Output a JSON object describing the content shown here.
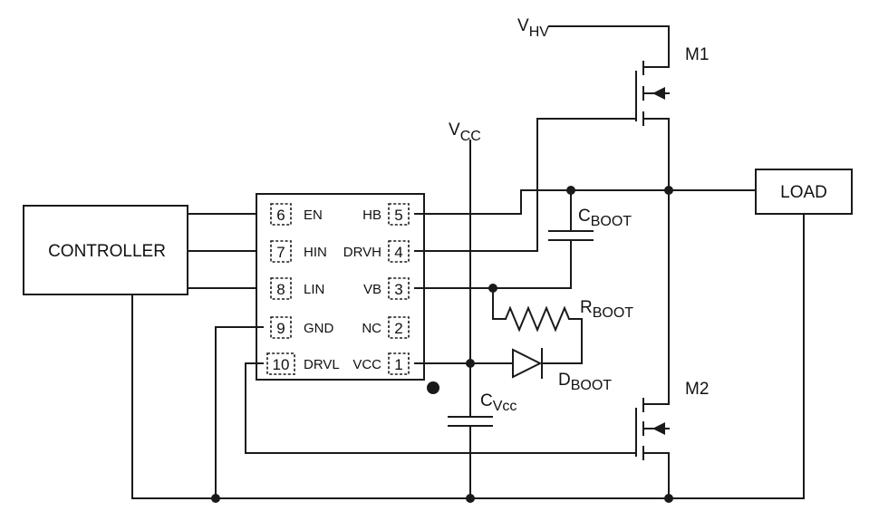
{
  "controller": {
    "label": "CONTROLLER"
  },
  "load": {
    "label": "LOAD"
  },
  "ic": {
    "pins": [
      {
        "num": "6",
        "name": "EN"
      },
      {
        "num": "7",
        "name": "HIN"
      },
      {
        "num": "8",
        "name": "LIN"
      },
      {
        "num": "9",
        "name": "GND"
      },
      {
        "num": "10",
        "name": "DRVL"
      },
      {
        "num": "5",
        "name": "HB"
      },
      {
        "num": "4",
        "name": "DRVH"
      },
      {
        "num": "3",
        "name": "VB"
      },
      {
        "num": "2",
        "name": "NC"
      },
      {
        "num": "1",
        "name": "VCC"
      }
    ]
  },
  "labels": {
    "vhv": {
      "main": "V",
      "sub": "HV"
    },
    "vcc": {
      "main": "V",
      "sub": "CC"
    },
    "m1": "M1",
    "m2": "M2",
    "cboot": {
      "main": "C",
      "sub": "BOOT"
    },
    "rboot": {
      "main": "R",
      "sub": "BOOT"
    },
    "dboot": {
      "main": "D",
      "sub": "BOOT"
    },
    "cvcc": {
      "main": "C",
      "sub": "Vcc"
    }
  }
}
